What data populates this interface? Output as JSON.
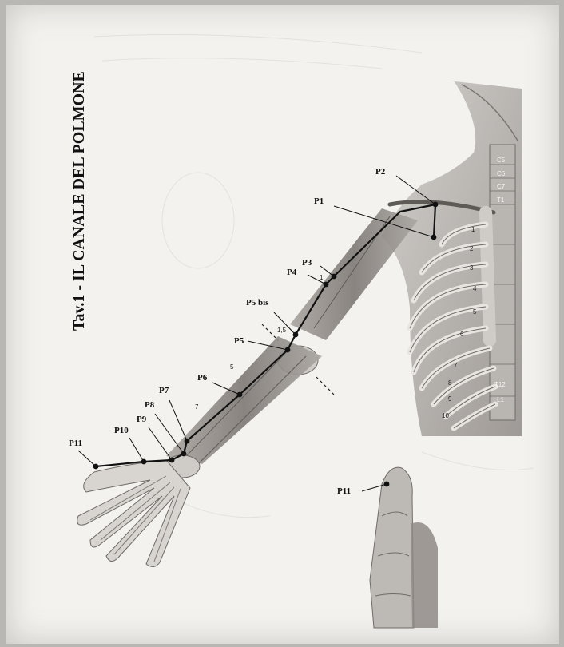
{
  "title": "Tav.1 - IL CANALE DEL POLMONE",
  "points": {
    "p1": "P1",
    "p2": "P2",
    "p3": "P3",
    "p4": "P4",
    "p5bis": "P5 bis",
    "p5": "P5",
    "p6": "P6",
    "p7": "P7",
    "p8": "P8",
    "p9": "P9",
    "p10": "P10",
    "p11": "P11",
    "p11_detail": "P11"
  },
  "measures": {
    "m1": "1",
    "m15": "1,5",
    "m5": "5",
    "m7": "7"
  },
  "vertebrae": {
    "c5": "C5",
    "c6": "C6",
    "c7": "C7",
    "t1": "T1",
    "t12": "T12",
    "l1": "L1"
  },
  "ribs": [
    "1",
    "2",
    "3",
    "4",
    "5",
    "6",
    "7",
    "8",
    "9",
    "10"
  ],
  "colors": {
    "page": "#f3f2ef",
    "meridian_line": "#111111",
    "anatomy": "#9a9693"
  }
}
